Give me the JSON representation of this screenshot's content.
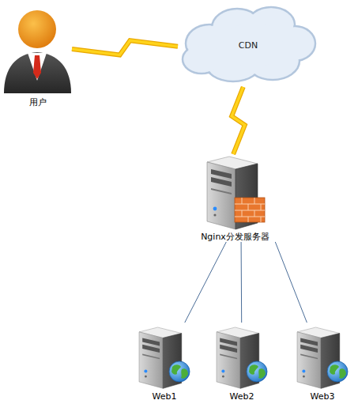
{
  "diagram": {
    "nodes": [
      {
        "text": [
          "用户"
        ]
      },
      {
        "text": [
          "CDN"
        ]
      },
      {
        "text": [
          "Nginx分发服务器"
        ]
      },
      {
        "text": [
          "Web1"
        ]
      },
      {
        "text": [
          "Web2"
        ]
      },
      {
        "text": [
          "Web3"
        ]
      }
    ],
    "edges": [
      {
        "from": 0,
        "to": 1,
        "arrow": "none"
      },
      {
        "from": 1,
        "to": 2,
        "arrow": "none"
      },
      {
        "from": 2,
        "to": 3,
        "arrow": "none"
      },
      {
        "from": 2,
        "to": 4,
        "arrow": "none"
      },
      {
        "from": 2,
        "to": 5,
        "arrow": "none"
      }
    ]
  }
}
